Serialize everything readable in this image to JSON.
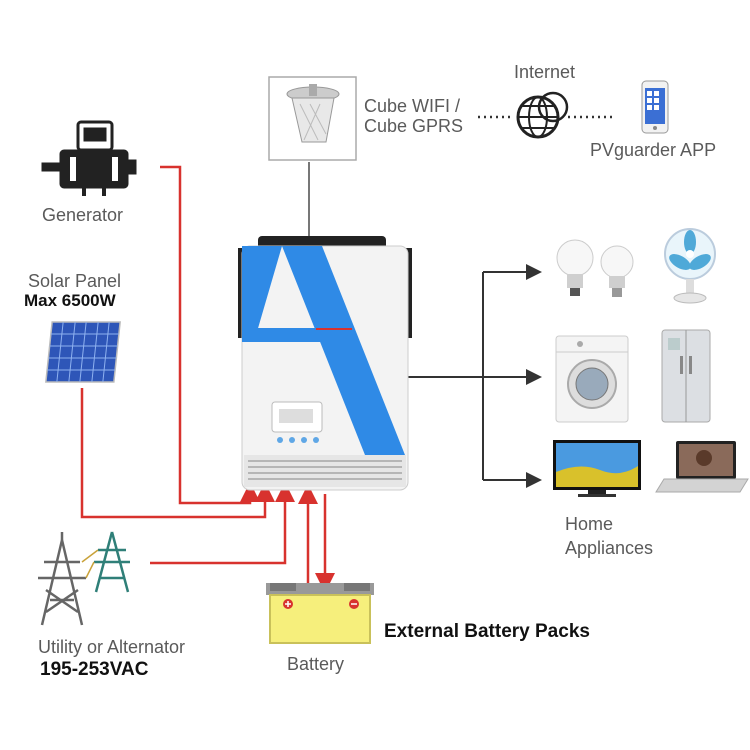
{
  "labels": {
    "generator": "Generator",
    "solar_panel": "Solar Panel",
    "solar_max": "Max 6500W",
    "utility": "Utility or Alternator",
    "utility_voltage": "195-253VAC",
    "battery": "Battery",
    "external_battery": "External Battery Packs",
    "cube_line1": "Cube WIFI /",
    "cube_line2": "Cube GPRS",
    "internet": "Internet",
    "app": "PVguarder APP",
    "home_line1": "Home",
    "home_line2": "Appliances"
  },
  "colors": {
    "input_line": "#d8322e",
    "output_line": "#333333",
    "inverter_accent": "#2f8ae6",
    "battery_fill": "#f6ef7c",
    "text": "#5a5a5a"
  },
  "icons": {
    "generator": "generator-icon",
    "solar": "solar-panel-icon",
    "tower": "power-tower-icon",
    "battery": "battery-icon",
    "wifi_module": "wifi-module-icon",
    "internet": "globe-icon",
    "phone": "smartphone-icon",
    "bulb": "light-bulb-icon",
    "fan": "fan-icon",
    "washer": "washing-machine-icon",
    "fridge": "refrigerator-icon",
    "tv": "tv-icon",
    "laptop": "laptop-icon"
  }
}
